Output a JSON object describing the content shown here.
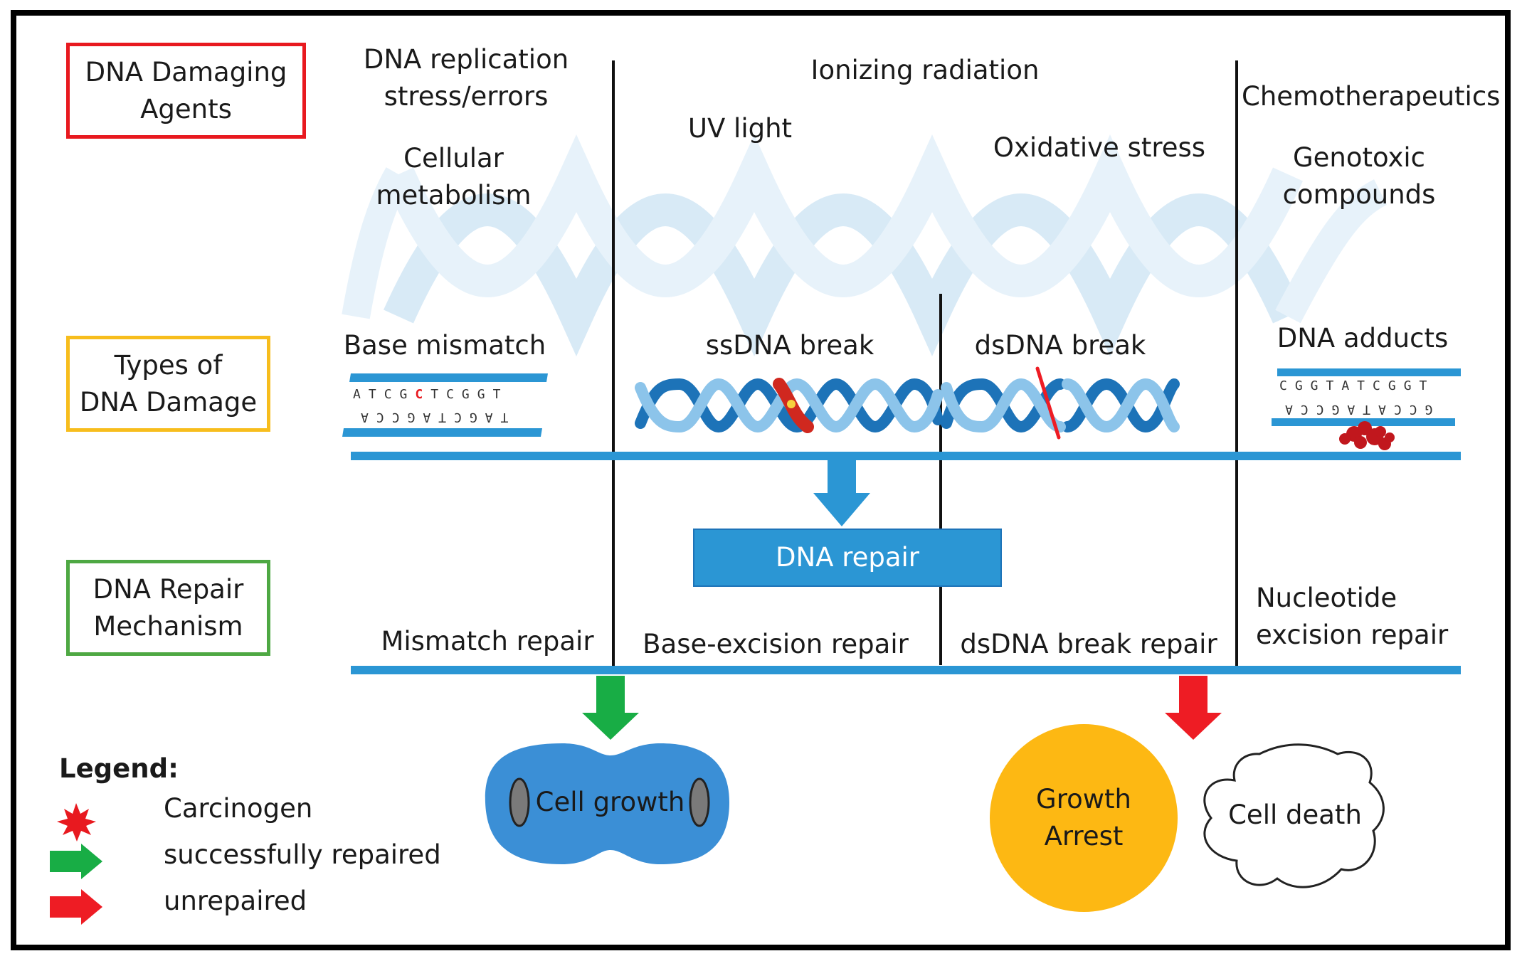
{
  "categories": {
    "agents": {
      "label_line1": "DNA Damaging",
      "label_line2": "Agents",
      "color": "#e8191f"
    },
    "damage": {
      "label_line1": "Types of",
      "label_line2": "DNA Damage",
      "color": "#f7bd1d"
    },
    "repair": {
      "label_line1": "DNA Repair",
      "label_line2": "Mechanism",
      "color": "#4ea843"
    }
  },
  "agents": {
    "replication_line1": "DNA replication",
    "replication_line2": "stress/errors",
    "metabolism_line1": "Cellular",
    "metabolism_line2": "metabolism",
    "ionizing": "Ionizing radiation",
    "uv": "UV light",
    "oxidative": "Oxidative stress",
    "chemo": "Chemotherapeutics",
    "genotoxic_line1": "Genotoxic",
    "genotoxic_line2": "compounds"
  },
  "damage_types": {
    "mismatch": "Base mismatch",
    "ssdna": "ssDNA break",
    "dsdna": "dsDNA break",
    "adducts": "DNA adducts",
    "mismatch_top_seq": [
      "A",
      "T",
      "C",
      "G",
      "C",
      "T",
      "C",
      "G",
      "G",
      "T"
    ],
    "mismatch_bottom_seq": "TAGCTAGCCA",
    "adducts_top_seq": "CGGTATCGGT",
    "adducts_bottom_seq": "GCCATAGCCA"
  },
  "repair_mechanisms": {
    "center": "DNA repair",
    "mismatch": "Mismatch repair",
    "base_excision": "Base-excision repair",
    "dsdna": "dsDNA break repair",
    "nucleotide_line1": "Nucleotide",
    "nucleotide_line2": "excision repair"
  },
  "outcomes": {
    "cell_growth": "Cell growth",
    "growth_arrest_line1": "Growth",
    "growth_arrest_line2": "Arrest",
    "cell_death": "Cell death"
  },
  "legend": {
    "title": "Legend:",
    "carcinogen": "Carcinogen",
    "repaired": "successfully repaired",
    "unrepaired": "unrepaired"
  },
  "colors": {
    "blue": "#2b96d4",
    "dark_blue": "#1d73b8",
    "helix_light": "#c5e0f2",
    "green": "#18ad45",
    "red": "#ee1c24",
    "orange": "#fdb813",
    "growth_blue": "#3b8fd6"
  }
}
